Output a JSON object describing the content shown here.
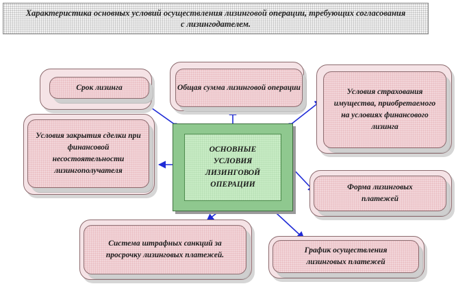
{
  "header": {
    "title": "Характеристика основных условий осуществления лизинговой операции, требующих согласования с лизингодателем."
  },
  "center": {
    "text": "ОСНОВНЫЕ УСЛОВИЯ ЛИЗИНГОВОЙ ОПЕРАЦИИ"
  },
  "nodes": {
    "lease_term": "Срок лизинга",
    "total_sum": "Общая сумма лизинговой операции",
    "insurance": "Условия страхования имущества, приобретаемого на условиях финансового лизинга",
    "closing_terms": "Условия закрытия сделки при финансовой несостоятельности лизингополучателя",
    "payment_form": "Форма лизинговых платежей",
    "penalty_system": "Система штрафных санкций за просрочку лизинговых платежей.",
    "payment_schedule": "График осуществления лизинговых платежей"
  },
  "colors": {
    "arrow": "#1f2bd6",
    "node_fill": "#f2d6da",
    "center_fill": "#c9edc6",
    "center_frame": "#8fc88f"
  }
}
